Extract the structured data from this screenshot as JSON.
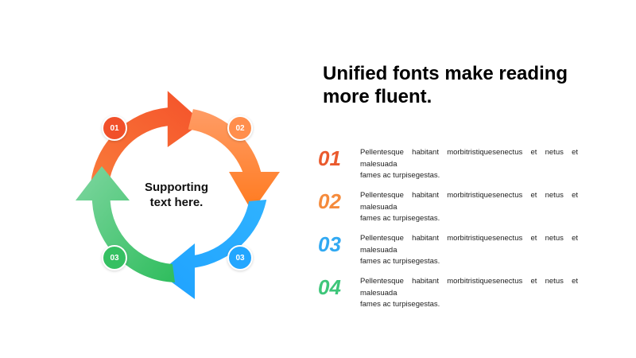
{
  "diagram": {
    "center_text": [
      "Supporting",
      "text here."
    ],
    "badges": [
      "01",
      "02",
      "03",
      "03"
    ],
    "segment_colors": {
      "red": [
        "#f4512a",
        "#f97a3a"
      ],
      "orange": [
        "#ff9c66",
        "#ff7a1e"
      ],
      "blue": [
        "#1fa2ff",
        "#2fb2ff"
      ],
      "green": [
        "#2fbd5d",
        "#7ed6a0"
      ]
    }
  },
  "title": [
    "Unified fonts make reading",
    "more fluent."
  ],
  "items": [
    {
      "number": "01",
      "color": "#ea5a2d",
      "line1": "Pellentesque habitant morbitristiquesenectus et netus et malesuada",
      "line2": "fames ac turpisegestas."
    },
    {
      "number": "02",
      "color": "#f58b3c",
      "line1": "Pellentesque habitant morbitristiquesenectus et netus et malesuada",
      "line2": "fames ac turpisegestas."
    },
    {
      "number": "03",
      "color": "#31a9f2",
      "line1": "Pellentesque habitant morbitristiquesenectus et netus et malesuada",
      "line2": "fames ac turpisegestas."
    },
    {
      "number": "04",
      "color": "#3ec67a",
      "line1": "Pellentesque habitant morbitristiquesenectus et netus et malesuada",
      "line2": "fames ac turpisegestas."
    }
  ]
}
